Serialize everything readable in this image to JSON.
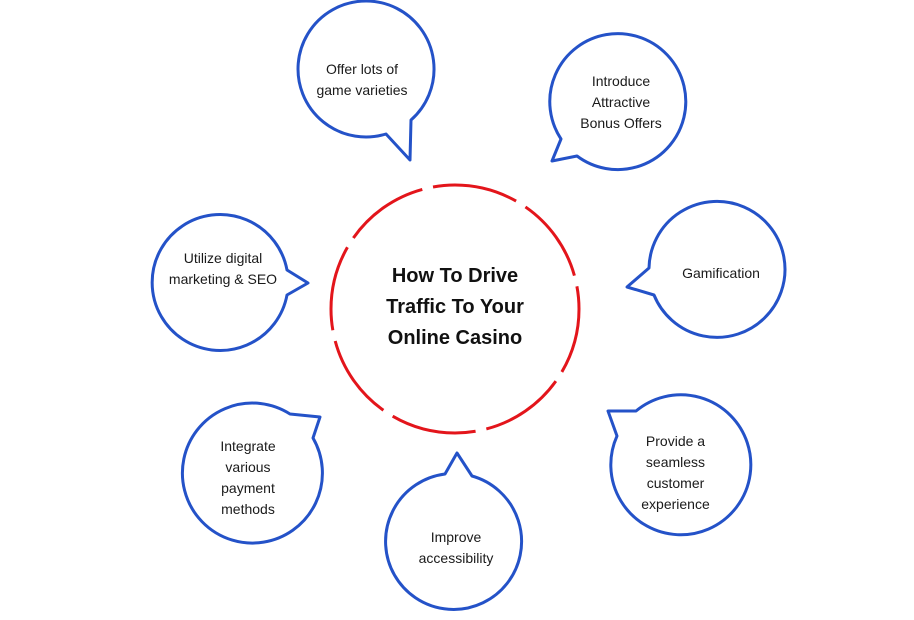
{
  "diagram": {
    "center_title": "How To Drive\nTraffic To Your\nOnline Casino",
    "items": [
      {
        "label": "Offer lots of\ngame varieties"
      },
      {
        "label": "Introduce\nAttractive\nBonus Offers"
      },
      {
        "label": "Gamification"
      },
      {
        "label": "Provide a\nseamless\ncustomer\nexperience"
      },
      {
        "label": "Improve\naccessibility"
      },
      {
        "label": "Integrate\nvarious\npayment\nmethods"
      },
      {
        "label": "Utilize digital\nmarketing & SEO"
      }
    ]
  },
  "colors": {
    "bubble_stroke": "#2452c8",
    "center_ring": "#e3151b",
    "text": "#1a1a1a"
  }
}
